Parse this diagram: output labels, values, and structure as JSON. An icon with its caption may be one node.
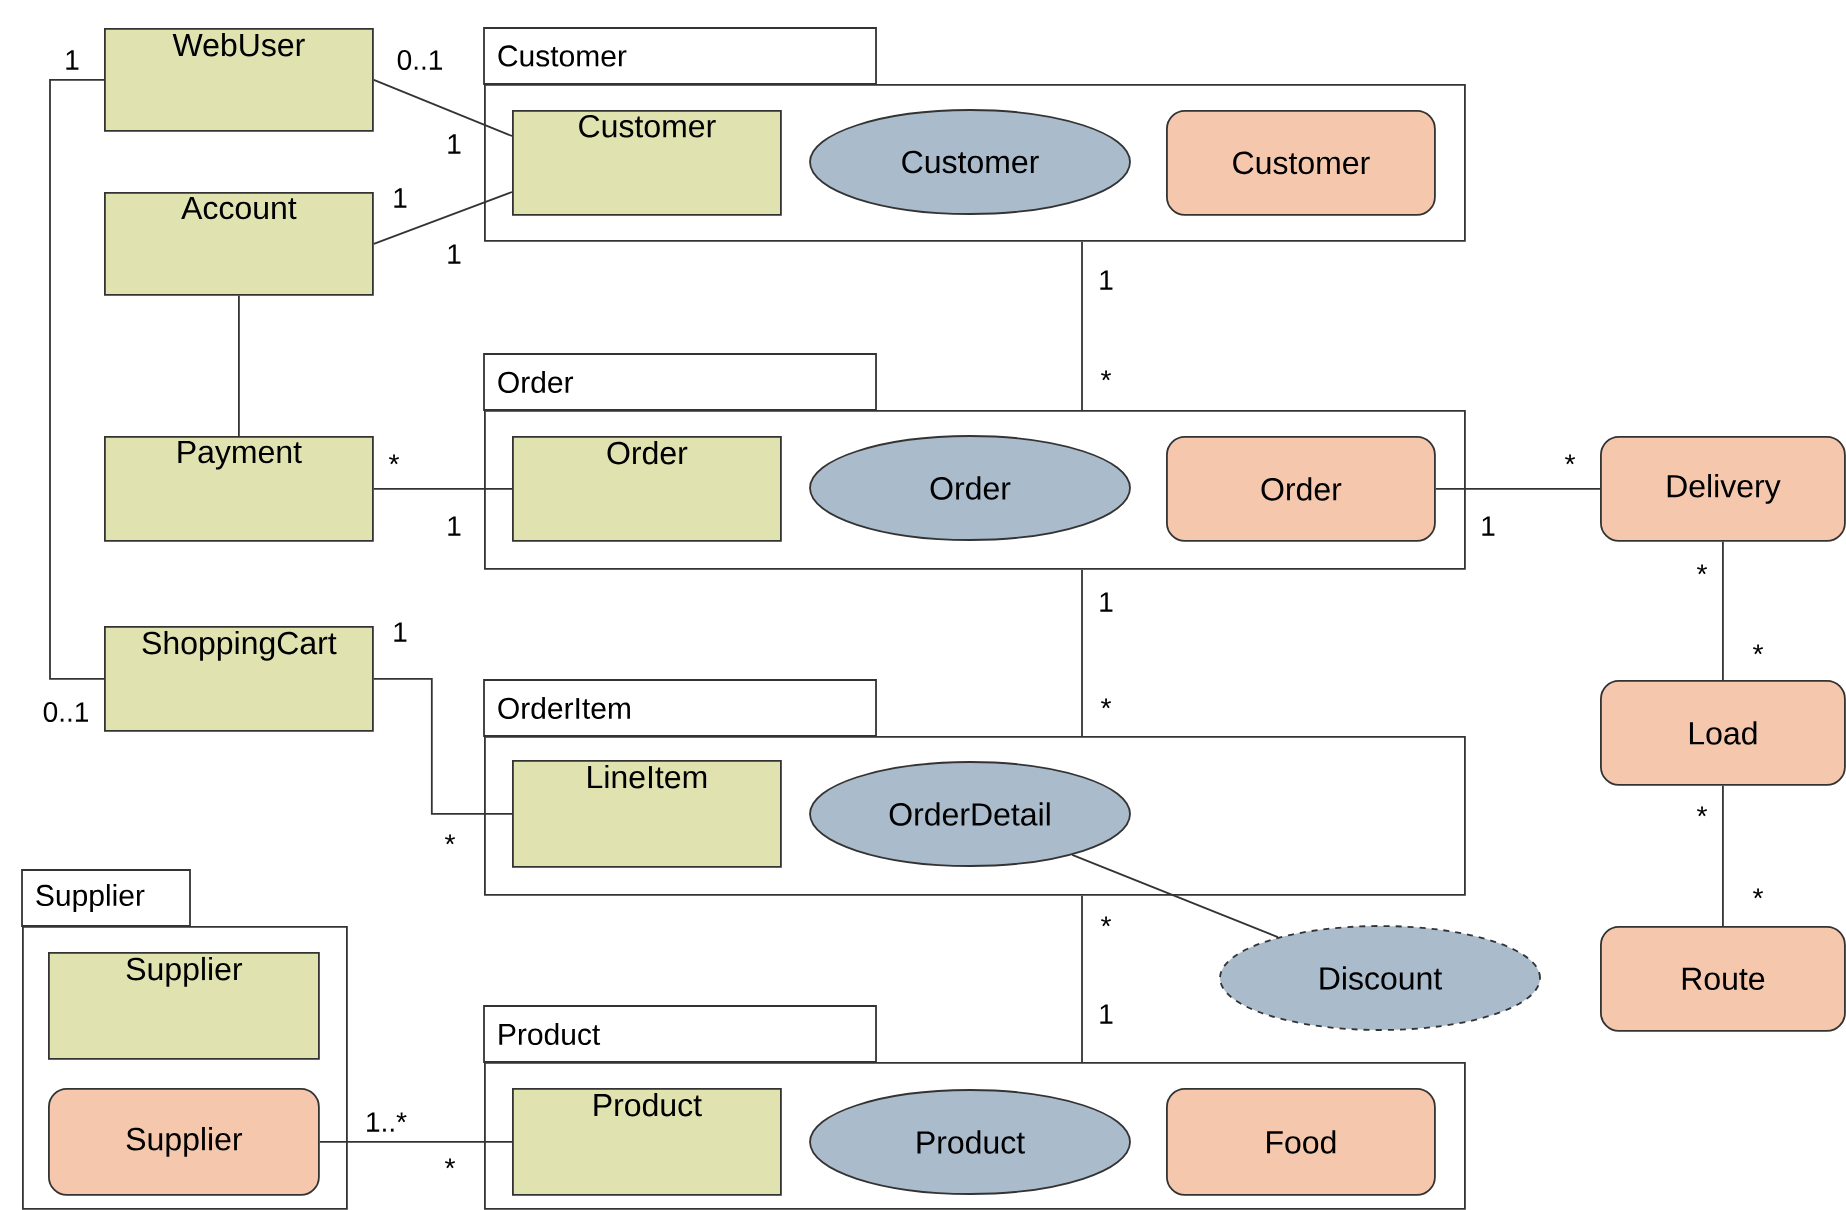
{
  "diagram": {
    "nodes": [
      {
        "text": [
          "WebUser"
        ]
      },
      {
        "text": [
          "Customer"
        ]
      },
      {
        "text": [
          "Customer"
        ],
        "in": 1
      },
      {
        "text": [
          "Customer"
        ],
        "in": 1
      },
      {
        "text": [
          "Customer"
        ],
        "in": 1
      },
      {
        "text": [
          "Account"
        ]
      },
      {
        "text": [
          "Order"
        ]
      },
      {
        "text": [
          "Order"
        ],
        "in": 6
      },
      {
        "text": [
          "Order"
        ],
        "in": 6
      },
      {
        "text": [
          "Order"
        ],
        "in": 6
      },
      {
        "text": [
          "Payment"
        ]
      },
      {
        "text": [
          "Delivery"
        ]
      },
      {
        "text": [
          "ShoppingCart"
        ]
      },
      {
        "text": [
          "OrderItem"
        ]
      },
      {
        "text": [
          "LineItem"
        ],
        "in": 13
      },
      {
        "text": [
          "OrderDetail"
        ],
        "in": 13
      },
      {
        "text": [
          "Load"
        ]
      },
      {
        "text": [
          "Supplier"
        ]
      },
      {
        "text": [
          "Supplier"
        ],
        "in": 17
      },
      {
        "text": [
          "Supplier"
        ],
        "in": 17
      },
      {
        "text": [
          "Discount"
        ]
      },
      {
        "text": [
          "Route"
        ]
      },
      {
        "text": [
          "Product"
        ]
      },
      {
        "text": [
          "Product"
        ],
        "in": 22
      },
      {
        "text": [
          "Product"
        ],
        "in": 22
      },
      {
        "text": [
          "Food"
        ],
        "in": 22
      }
    ],
    "edges": [
      {
        "from": 0,
        "to": 2,
        "arrow": "none"
      },
      {
        "from": 5,
        "to": 2,
        "arrow": "none"
      },
      {
        "from": 5,
        "to": 10,
        "arrow": "none"
      },
      {
        "from": 10,
        "to": 7,
        "arrow": "none"
      },
      {
        "from": 0,
        "to": 12,
        "arrow": "none"
      },
      {
        "from": 12,
        "to": 14,
        "arrow": "none"
      },
      {
        "from": 1,
        "to": 6,
        "arrow": "none"
      },
      {
        "from": 9,
        "to": 11,
        "arrow": "none"
      },
      {
        "from": 6,
        "to": 13,
        "arrow": "none"
      },
      {
        "from": 11,
        "to": 16,
        "arrow": "none"
      },
      {
        "from": 15,
        "to": 20,
        "arrow": "none"
      },
      {
        "from": 13,
        "to": 22,
        "arrow": "none"
      },
      {
        "from": 16,
        "to": 21,
        "arrow": "none"
      },
      {
        "from": 19,
        "to": 23,
        "arrow": "none"
      }
    ],
    "labels": [
      "1",
      "0..1",
      "1",
      "1",
      "1",
      "1",
      "*",
      "*",
      "*",
      "1",
      "1",
      "*",
      "1",
      "1",
      "*",
      "0..1",
      "*",
      "*",
      "*",
      "*",
      "*",
      "1",
      "1..*",
      "*"
    ]
  }
}
